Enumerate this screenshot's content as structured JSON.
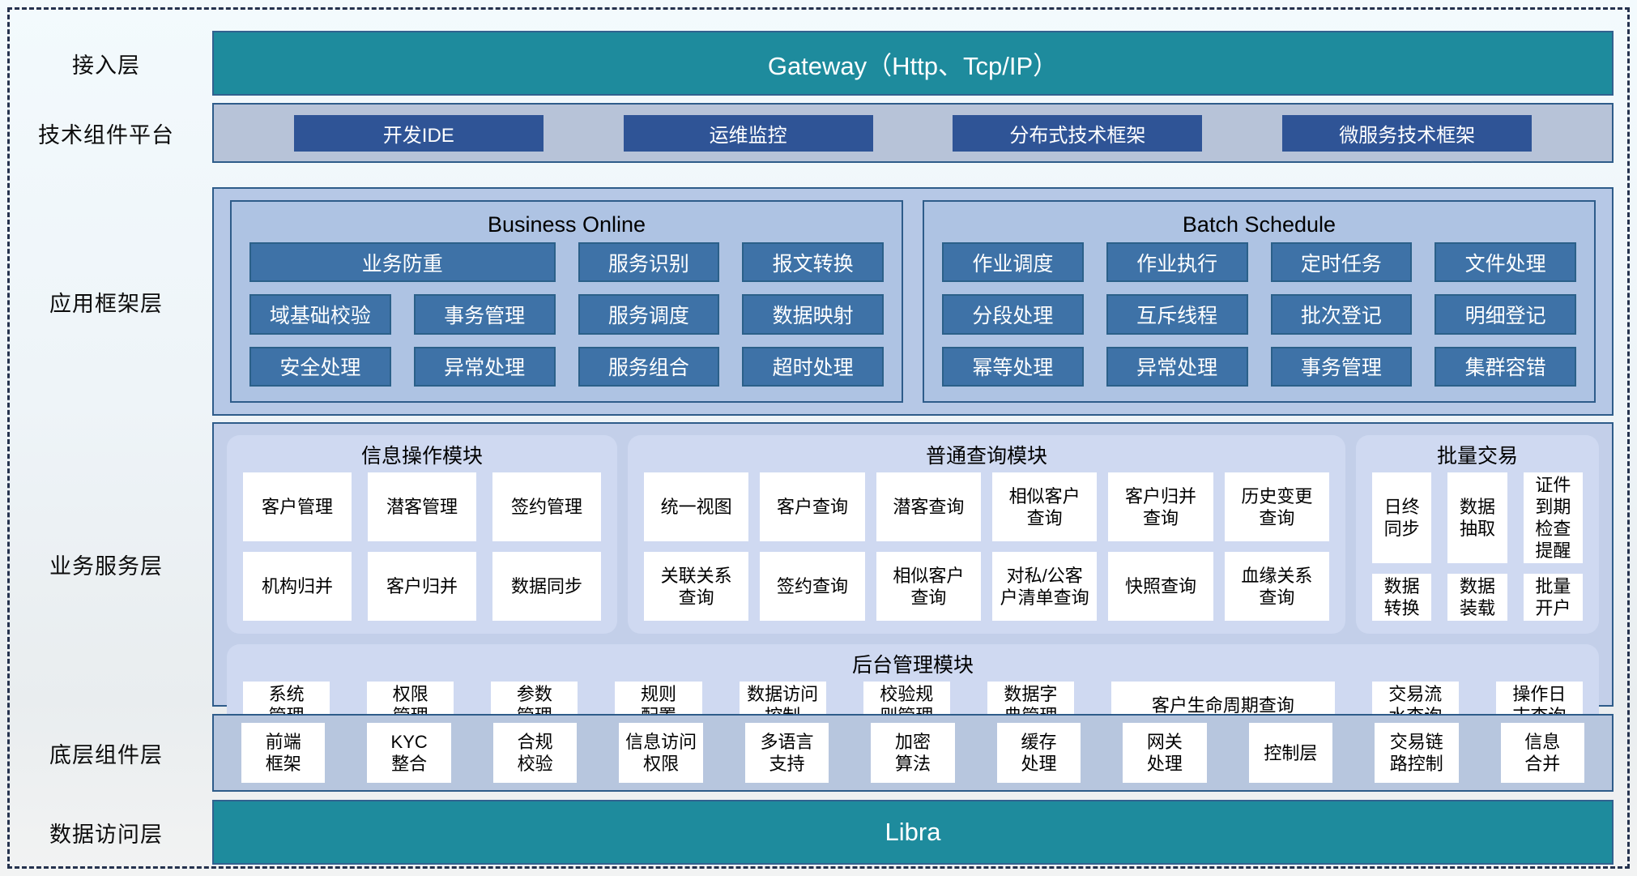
{
  "colors": {
    "teal_bar": "#1e8b9d",
    "dark_blue_button": "#2f5496",
    "mid_blue_button": "#3e72a7",
    "container_border": "#2e5c8a",
    "framework_fill": "#b6c8e6",
    "service_fill": "#c3cfe9",
    "module_fill": "#cfd9f1",
    "cell_bg": "#ffffff"
  },
  "access": {
    "label": "接入层",
    "gateway": "Gateway（Http、Tcp/IP）"
  },
  "tech_platform": {
    "label": "技术组件平台",
    "buttons": [
      "开发IDE",
      "运维监控",
      "分布式技术框架",
      "微服务技术框架"
    ]
  },
  "app_framework": {
    "label": "应用框架层",
    "business_online": {
      "title": "Business Online",
      "buttons": [
        "业务防重",
        "服务识别",
        "报文转换",
        "域基础校验",
        "事务管理",
        "服务调度",
        "数据映射",
        "安全处理",
        "异常处理",
        "服务组合",
        "超时处理"
      ]
    },
    "batch_schedule": {
      "title": "Batch Schedule",
      "buttons": [
        "作业调度",
        "作业执行",
        "定时任务",
        "文件处理",
        "分段处理",
        "互斥线程",
        "批次登记",
        "明细登记",
        "幂等处理",
        "异常处理",
        "事务管理",
        "集群容错"
      ]
    }
  },
  "business_service": {
    "label": "业务服务层",
    "info_ops": {
      "title": "信息操作模块",
      "cells": [
        "客户管理",
        "潜客管理",
        "签约管理",
        "机构归并",
        "客户归并",
        "数据同步"
      ]
    },
    "general_query": {
      "title": "普通查询模块",
      "cells": [
        "统一视图",
        "客户查询",
        "潜客查询",
        "相似客户\n查询",
        "客户归并\n查询",
        "历史变更\n查询",
        "关联关系\n查询",
        "签约查询",
        "相似客户\n查询",
        "对私/公客\n户清单查询",
        "快照查询",
        "血缘关系\n查询"
      ]
    },
    "batch_trade": {
      "title": "批量交易",
      "cells": [
        "日终\n同步",
        "数据\n抽取",
        "证件到期\n检查提醒",
        "数据\n转换",
        "数据\n装载",
        "批量\n开户"
      ]
    },
    "admin": {
      "title": "后台管理模块",
      "cells": [
        "系统\n管理",
        "权限\n管理",
        "参数\n管理",
        "规则\n配置",
        "数据访问\n控制",
        "校验规\n则管理",
        "数据字\n典管理",
        "客户生命周期查询",
        "交易流\n水查询",
        "操作日\n志查询"
      ]
    }
  },
  "base_components": {
    "label": "底层组件层",
    "cells": [
      "前端\n框架",
      "KYC\n整合",
      "合规\n校验",
      "信息访问\n权限",
      "多语言\n支持",
      "加密\n算法",
      "缓存\n处理",
      "网关\n处理",
      "控制层",
      "交易链\n路控制",
      "信息\n合并"
    ]
  },
  "data_access": {
    "label": "数据访问层",
    "bar": "Libra"
  }
}
